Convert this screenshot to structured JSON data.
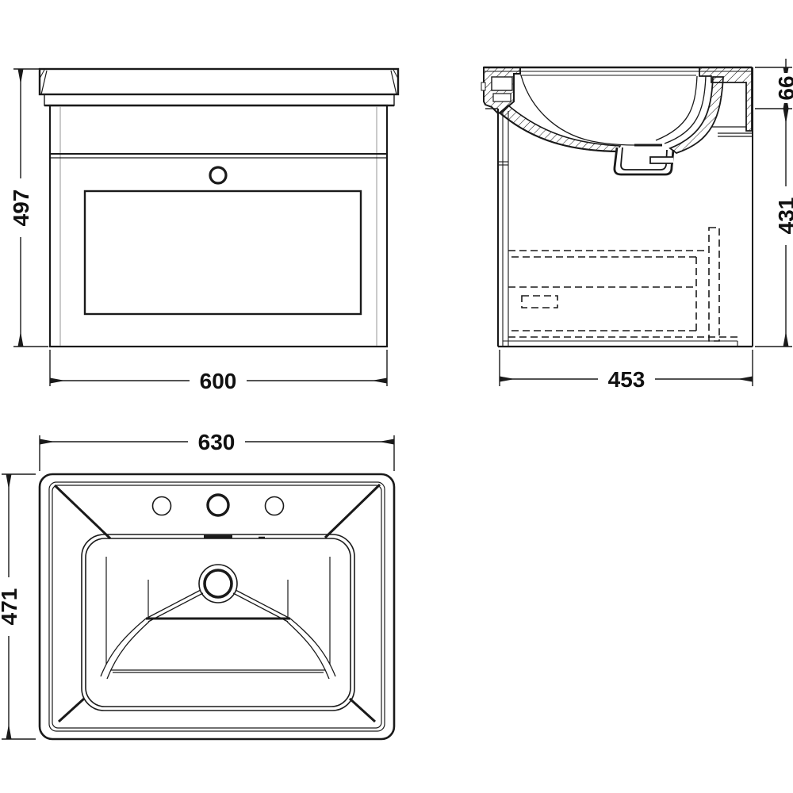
{
  "drawing": {
    "type": "technical-dimension-drawing",
    "subject": "wall-hung vanity unit with basin",
    "background_color": "#ffffff",
    "line_color": "#1a1a1a",
    "views": {
      "front": {
        "name": "front elevation",
        "width": "600",
        "height": "497"
      },
      "side": {
        "name": "side section",
        "depth": "453",
        "cabinet_height": "431",
        "basin_height": "66"
      },
      "plan": {
        "name": "basin plan",
        "width": "630",
        "depth": "471"
      }
    }
  }
}
